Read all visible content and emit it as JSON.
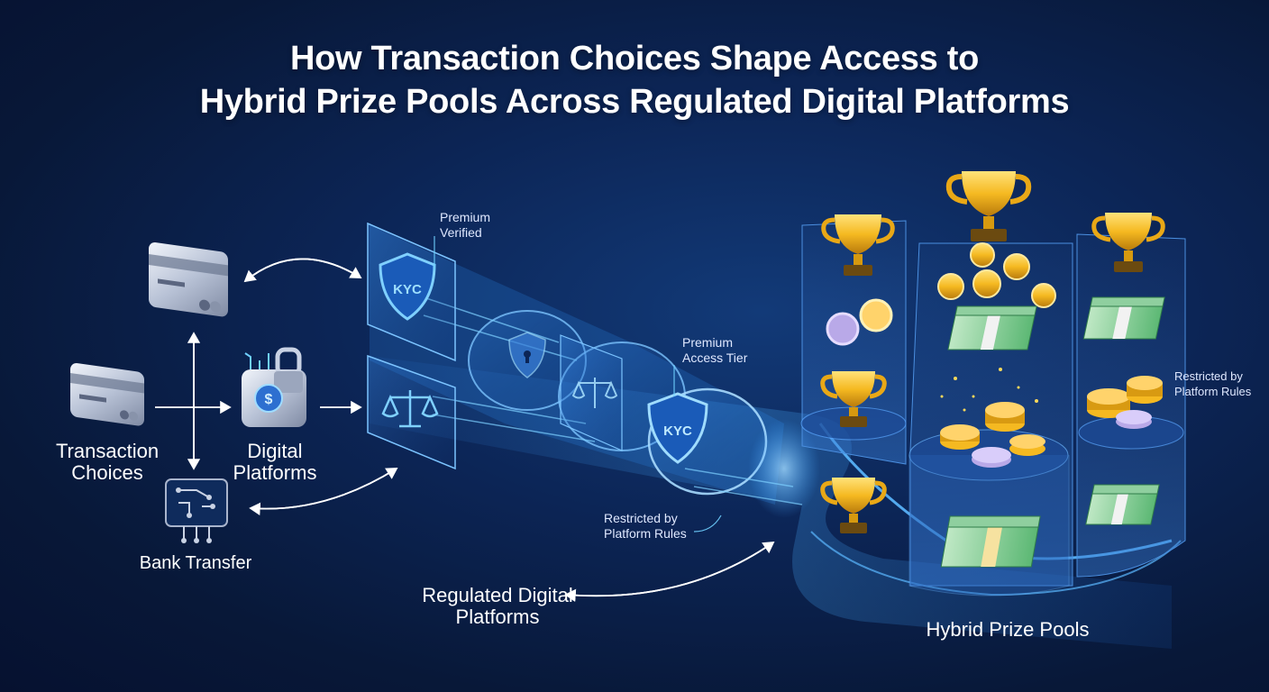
{
  "title": {
    "line1": "How Transaction Choices Shape Access to",
    "line2": "Hybrid Prize Pools Across Regulated Digital Platforms"
  },
  "labels": {
    "transaction_choices": "Transaction Choices",
    "digital_platforms": "Digital Platforms",
    "bank_transfer": "Bank Transfer",
    "regulated_digital_platforms": "Regulated Digital Platforms",
    "hybrid_prize_pools": "Hybrid Prize Pools"
  },
  "annotations": {
    "premium_verified": [
      "Premium",
      "Verified"
    ],
    "premium_access_tier": [
      "Premium",
      "Access Tier"
    ],
    "restricted_center": [
      "Restricted by",
      "Platform Rules"
    ],
    "restricted_right": [
      "Restricted by",
      "Platform Rules"
    ]
  },
  "badges": {
    "kyc": "KYC"
  },
  "icons": {
    "card_top": "credit-card-icon",
    "card_left": "credit-card-icon",
    "wallet": "digital-wallet-lock-icon",
    "bank": "circuit-bank-icon",
    "shield": "kyc-shield-icon",
    "scale": "justice-scale-icon",
    "trophy": "trophy-icon",
    "coin": "coin-icon",
    "cash": "cash-stack-icon"
  },
  "colors": {
    "background": "#0a1f4a",
    "glow": "#3aa0ff",
    "gold": "#f5b921",
    "cash": "#3fae6a"
  }
}
